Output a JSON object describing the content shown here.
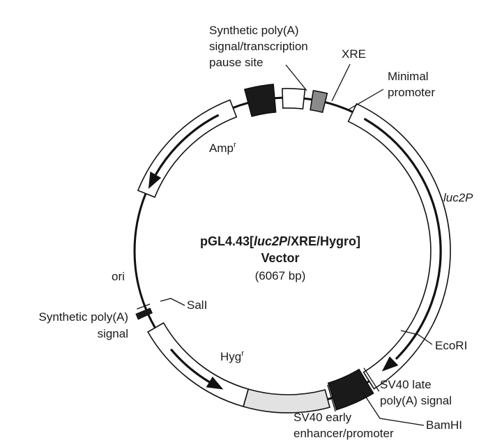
{
  "vector": {
    "name_prefix": "pGL4.43[",
    "name_italic": "luc2P",
    "name_suffix": "/XRE/Hygro]",
    "name_line2": "Vector",
    "size": "(6067 bp)"
  },
  "labels": {
    "polyA_top_1": "Synthetic poly(A)",
    "polyA_top_2": "signal/transcription",
    "polyA_top_3": "pause site",
    "xre": "XRE",
    "minimal_1": "Minimal",
    "minimal_2": "promoter",
    "amp": "Amp",
    "amp_sup": "r",
    "luc2p": "luc2P",
    "ori": "ori",
    "sali": "SalI",
    "polyA_left_1": "Synthetic poly(A)",
    "polyA_left_2": "signal",
    "hyg": "Hyg",
    "hyg_sup": "r",
    "ecori": "EcoRI",
    "sv40late_1": "SV40 late",
    "sv40late_2": "poly(A) signal",
    "sv40early_1": "SV40 early",
    "sv40early_2": "enhancer/promoter",
    "bamhi": "BamHI"
  },
  "colors": {
    "black_block": "#1a1a1a",
    "minimal_promoter": "#8a8a8a",
    "sv40_promoter": "#e2e2e2",
    "feature_fill": "#ffffff"
  }
}
